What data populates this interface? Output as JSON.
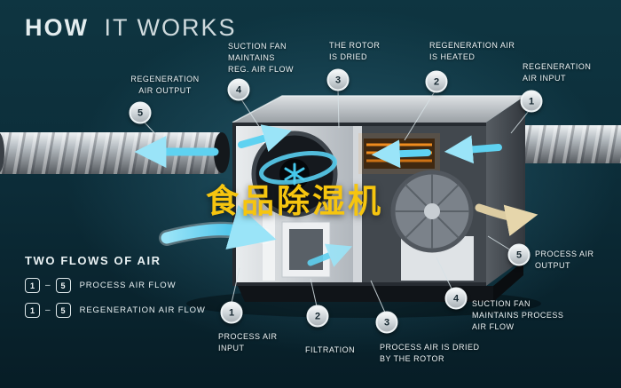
{
  "title": {
    "bold": "HOW",
    "light": "IT WORKS"
  },
  "watermark": {
    "text": "食品除湿机",
    "color": "#f6c50f"
  },
  "legend": {
    "title": "TWO FLOWS OF AIR",
    "rows": [
      {
        "from": "1",
        "dash": "–",
        "to": "5",
        "label": "PROCESS AIR FLOW"
      },
      {
        "from": "1",
        "dash": "–",
        "to": "5",
        "label": "REGENERATION AIR FLOW"
      }
    ]
  },
  "callouts": {
    "reg_air_output": {
      "num": "5",
      "label": "REGENERATION\nAIR OUTPUT"
    },
    "suction_fan_reg": {
      "num": "4",
      "label": "SUCTION FAN\nMAINTAINS\nREG. AIR FLOW"
    },
    "rotor_dried": {
      "num": "3",
      "label": "THE ROTOR\nIS DRIED"
    },
    "reg_air_heated": {
      "num": "2",
      "label": "REGENERATION AIR\nIS HEATED"
    },
    "reg_air_input": {
      "num": "1",
      "label": "REGENERATION\nAIR INPUT"
    },
    "process_air_output": {
      "num": "5",
      "label": "PROCESS AIR\nOUTPUT"
    },
    "process_air_input": {
      "num": "1",
      "label": "PROCESS AIR\nINPUT"
    },
    "filtration": {
      "num": "2",
      "label": "FILTRATION"
    },
    "process_air_dried": {
      "num": "3",
      "label": "PROCESS AIR IS DRIED\nBY THE ROTOR"
    },
    "suction_fan_process": {
      "num": "4",
      "label": "SUCTION FAN\nMAINTAINS PROCESS\nAIR FLOW"
    }
  },
  "colors": {
    "background": "#0c2d39",
    "flow_air": "#55cdf0",
    "heater": "#ef8c1e",
    "process_output_air": "#dccca2",
    "watermark": "#f6c50f"
  }
}
